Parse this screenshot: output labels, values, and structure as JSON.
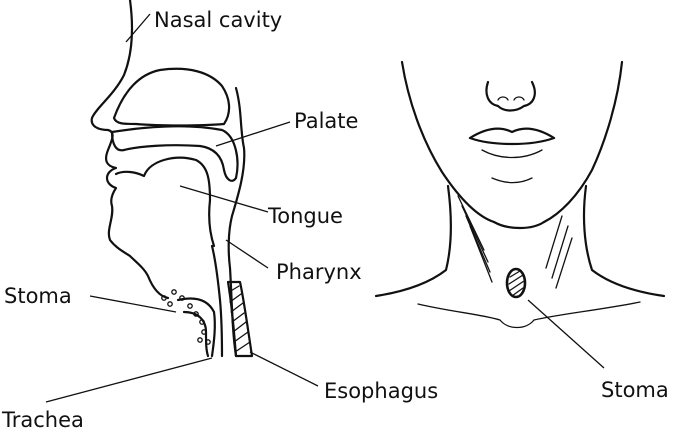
{
  "labels": {
    "nasal_cavity": "Nasal cavity",
    "palate": "Palate",
    "tongue": "Tongue",
    "pharynx": "Pharynx",
    "stoma_left": "Stoma",
    "esophagus": "Esophagus",
    "trachea": "Trachea",
    "stoma_right": "Stoma"
  }
}
